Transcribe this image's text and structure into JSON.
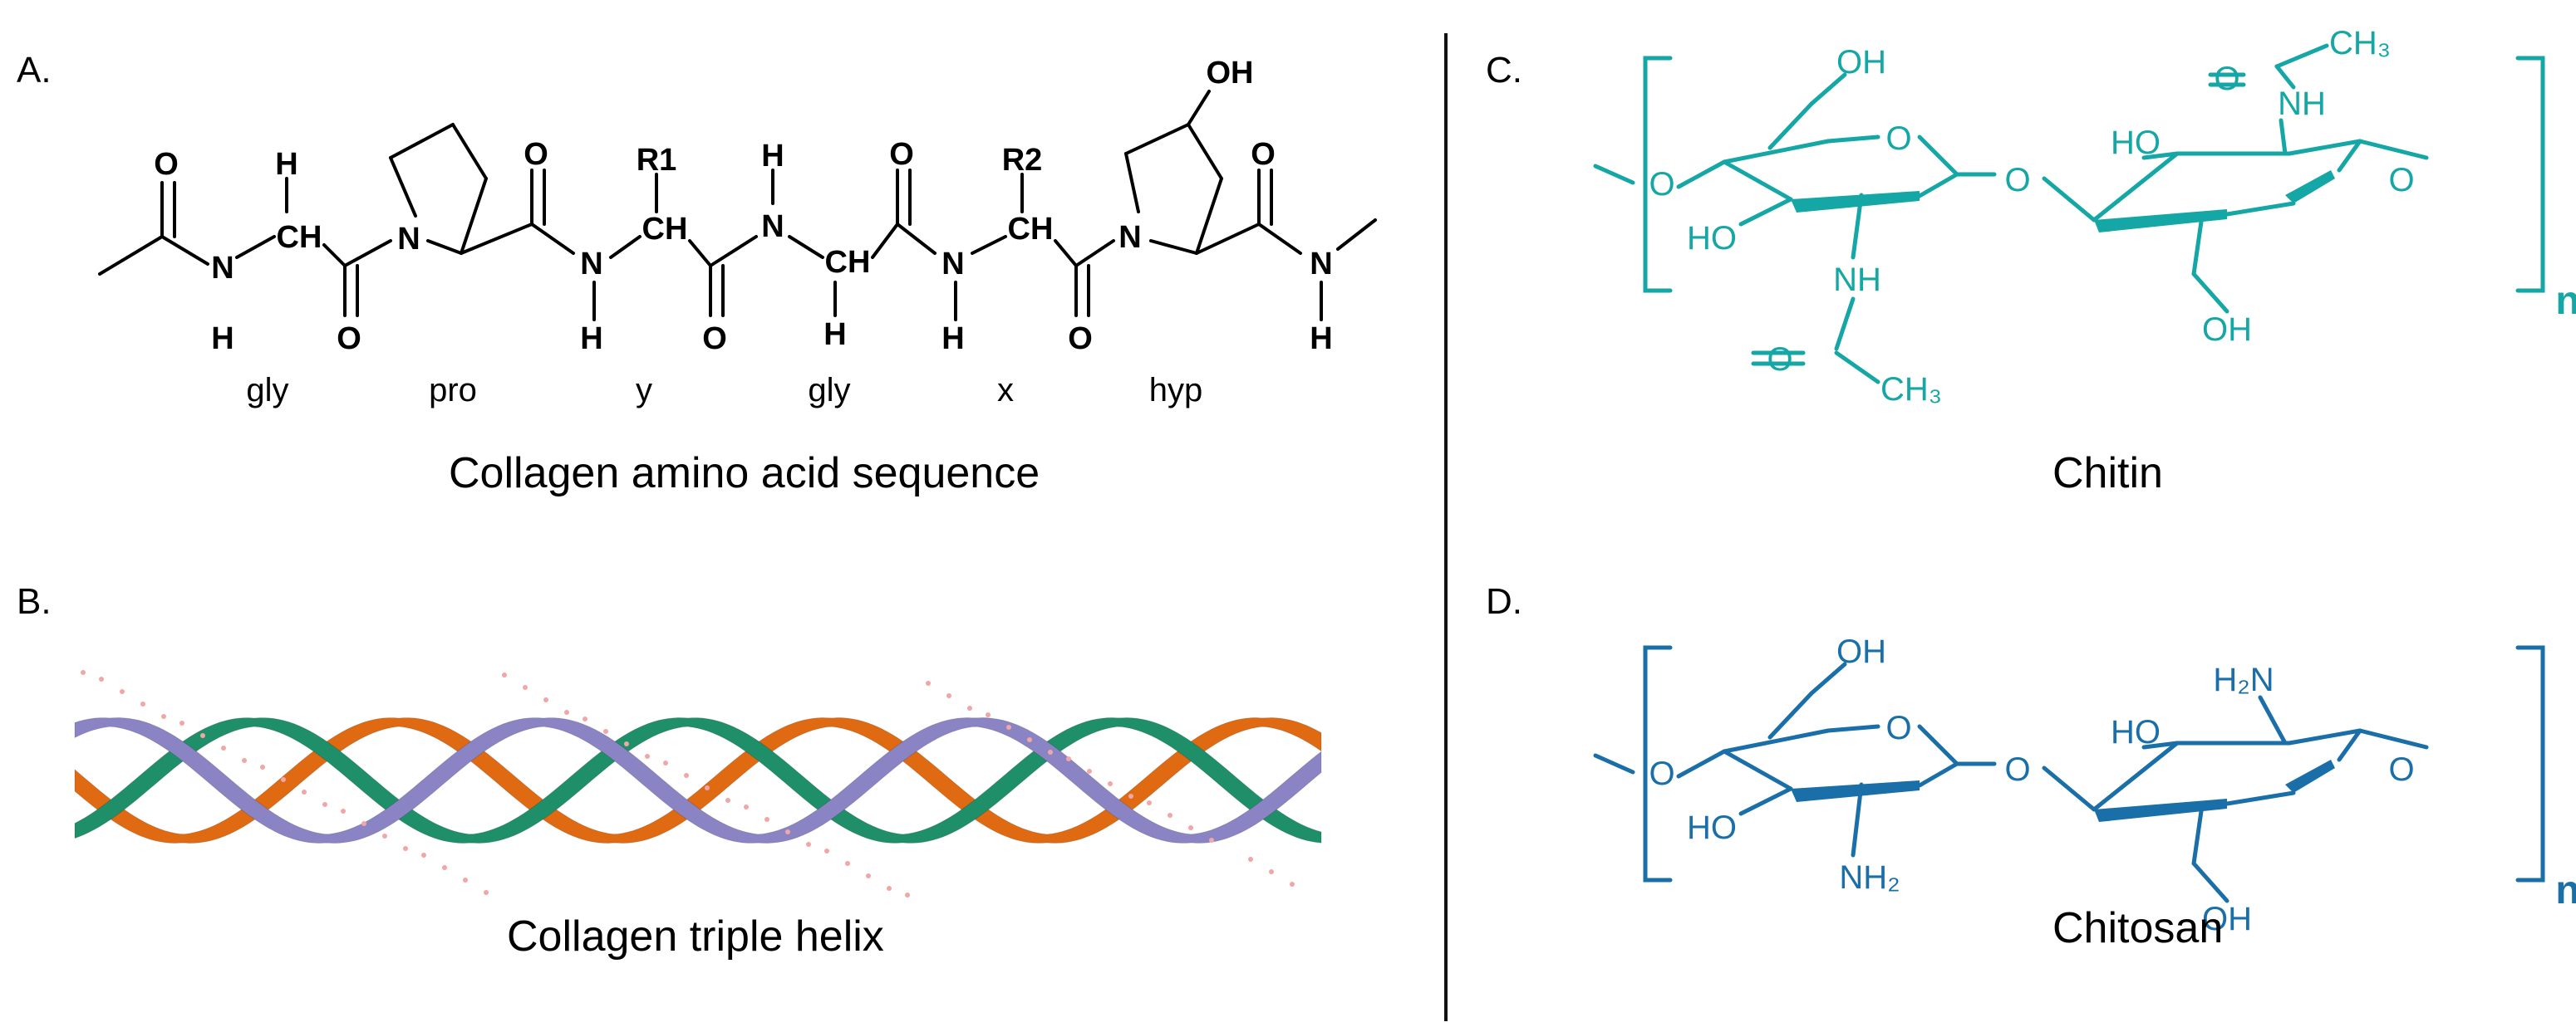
{
  "panels": {
    "a": {
      "letter": "A.",
      "caption": "Collagen amino acid sequence",
      "residues": [
        "gly",
        "pro",
        "y",
        "gly",
        "x",
        "hyp"
      ],
      "atoms": {
        "O": "O",
        "N": "N",
        "H": "H",
        "CH": "CH",
        "R1": "R1",
        "R2": "R2",
        "OH": "OH"
      }
    },
    "b": {
      "letter": "B.",
      "caption": "Collagen triple helix",
      "strand_colors": [
        "#e06a12",
        "#1f8f6a",
        "#8b84c4"
      ]
    },
    "c": {
      "letter": "C.",
      "caption": "Chitin",
      "color": "#15a6a6",
      "labels": {
        "OH": "OH",
        "HO": "HO",
        "O": "O",
        "NH": "NH",
        "CH3": "CH₃",
        "n": "n"
      }
    },
    "d": {
      "letter": "D.",
      "caption": "Chitosan",
      "color": "#1a6fa8",
      "labels": {
        "OH": "OH",
        "HO": "HO",
        "O": "O",
        "NH2": "NH₂",
        "H2N": "H₂N",
        "n": "n"
      }
    }
  }
}
